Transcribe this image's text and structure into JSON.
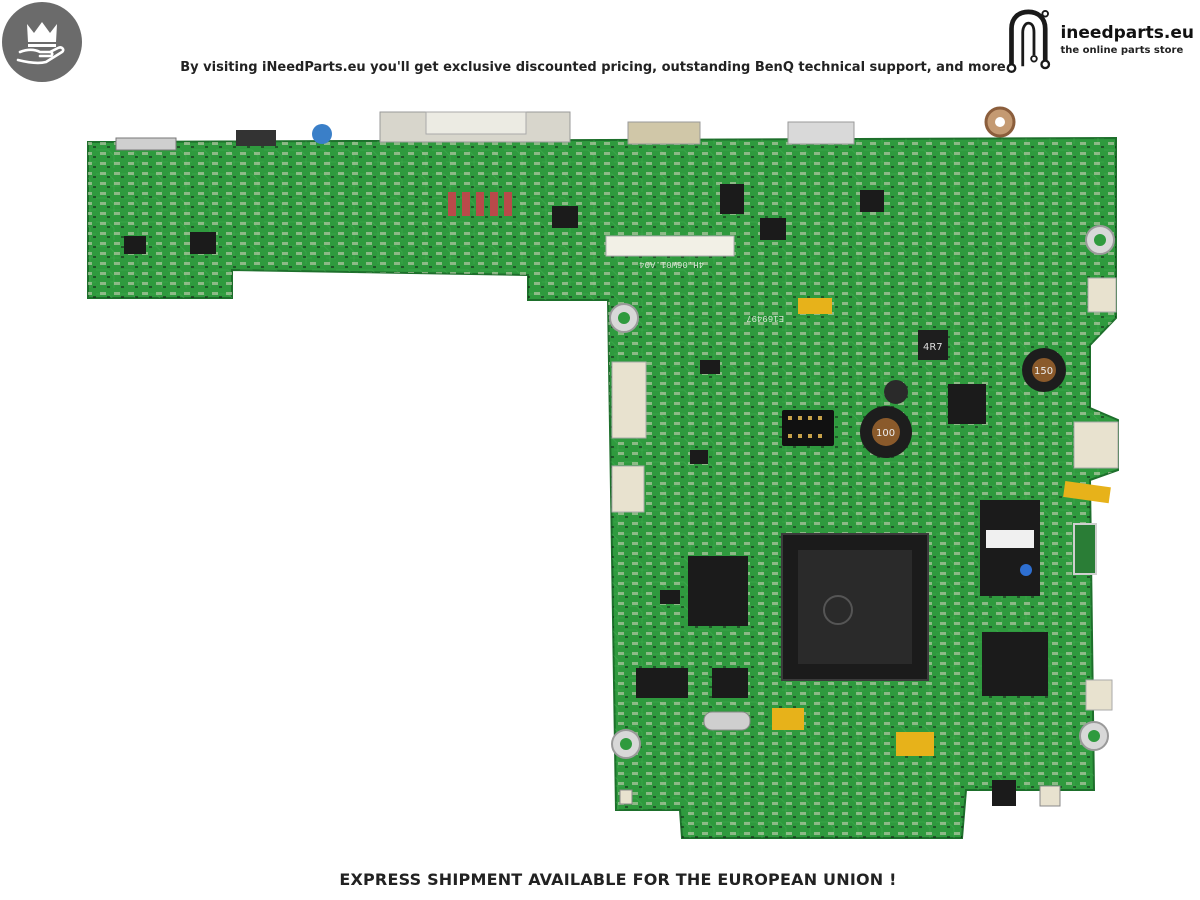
{
  "header": {
    "tagline": "By visiting iNeedParts.eu you'll get exclusive discounted pricing, outstanding BenQ technical support, and more"
  },
  "logo": {
    "name": "ineedparts.eu",
    "subtitle": "the online parts store"
  },
  "badge": {
    "icon": "crown-hand-icon"
  },
  "board": {
    "silkscreen_main": "4H.06W01.A04",
    "silkscreen_pn": "E169497",
    "chip_labels": [
      "4R7",
      "150",
      "100"
    ]
  },
  "footer": {
    "text": "EXPRESS SHIPMENT AVAILABLE FOR THE EUROPEAN UNION !"
  },
  "colors": {
    "pcb_green": "#2f9a3e",
    "pcb_dark": "#1f7a2e",
    "chip_black": "#1b1b1b",
    "connector_beige": "#e8e2cf",
    "gold": "#e7b21a"
  }
}
